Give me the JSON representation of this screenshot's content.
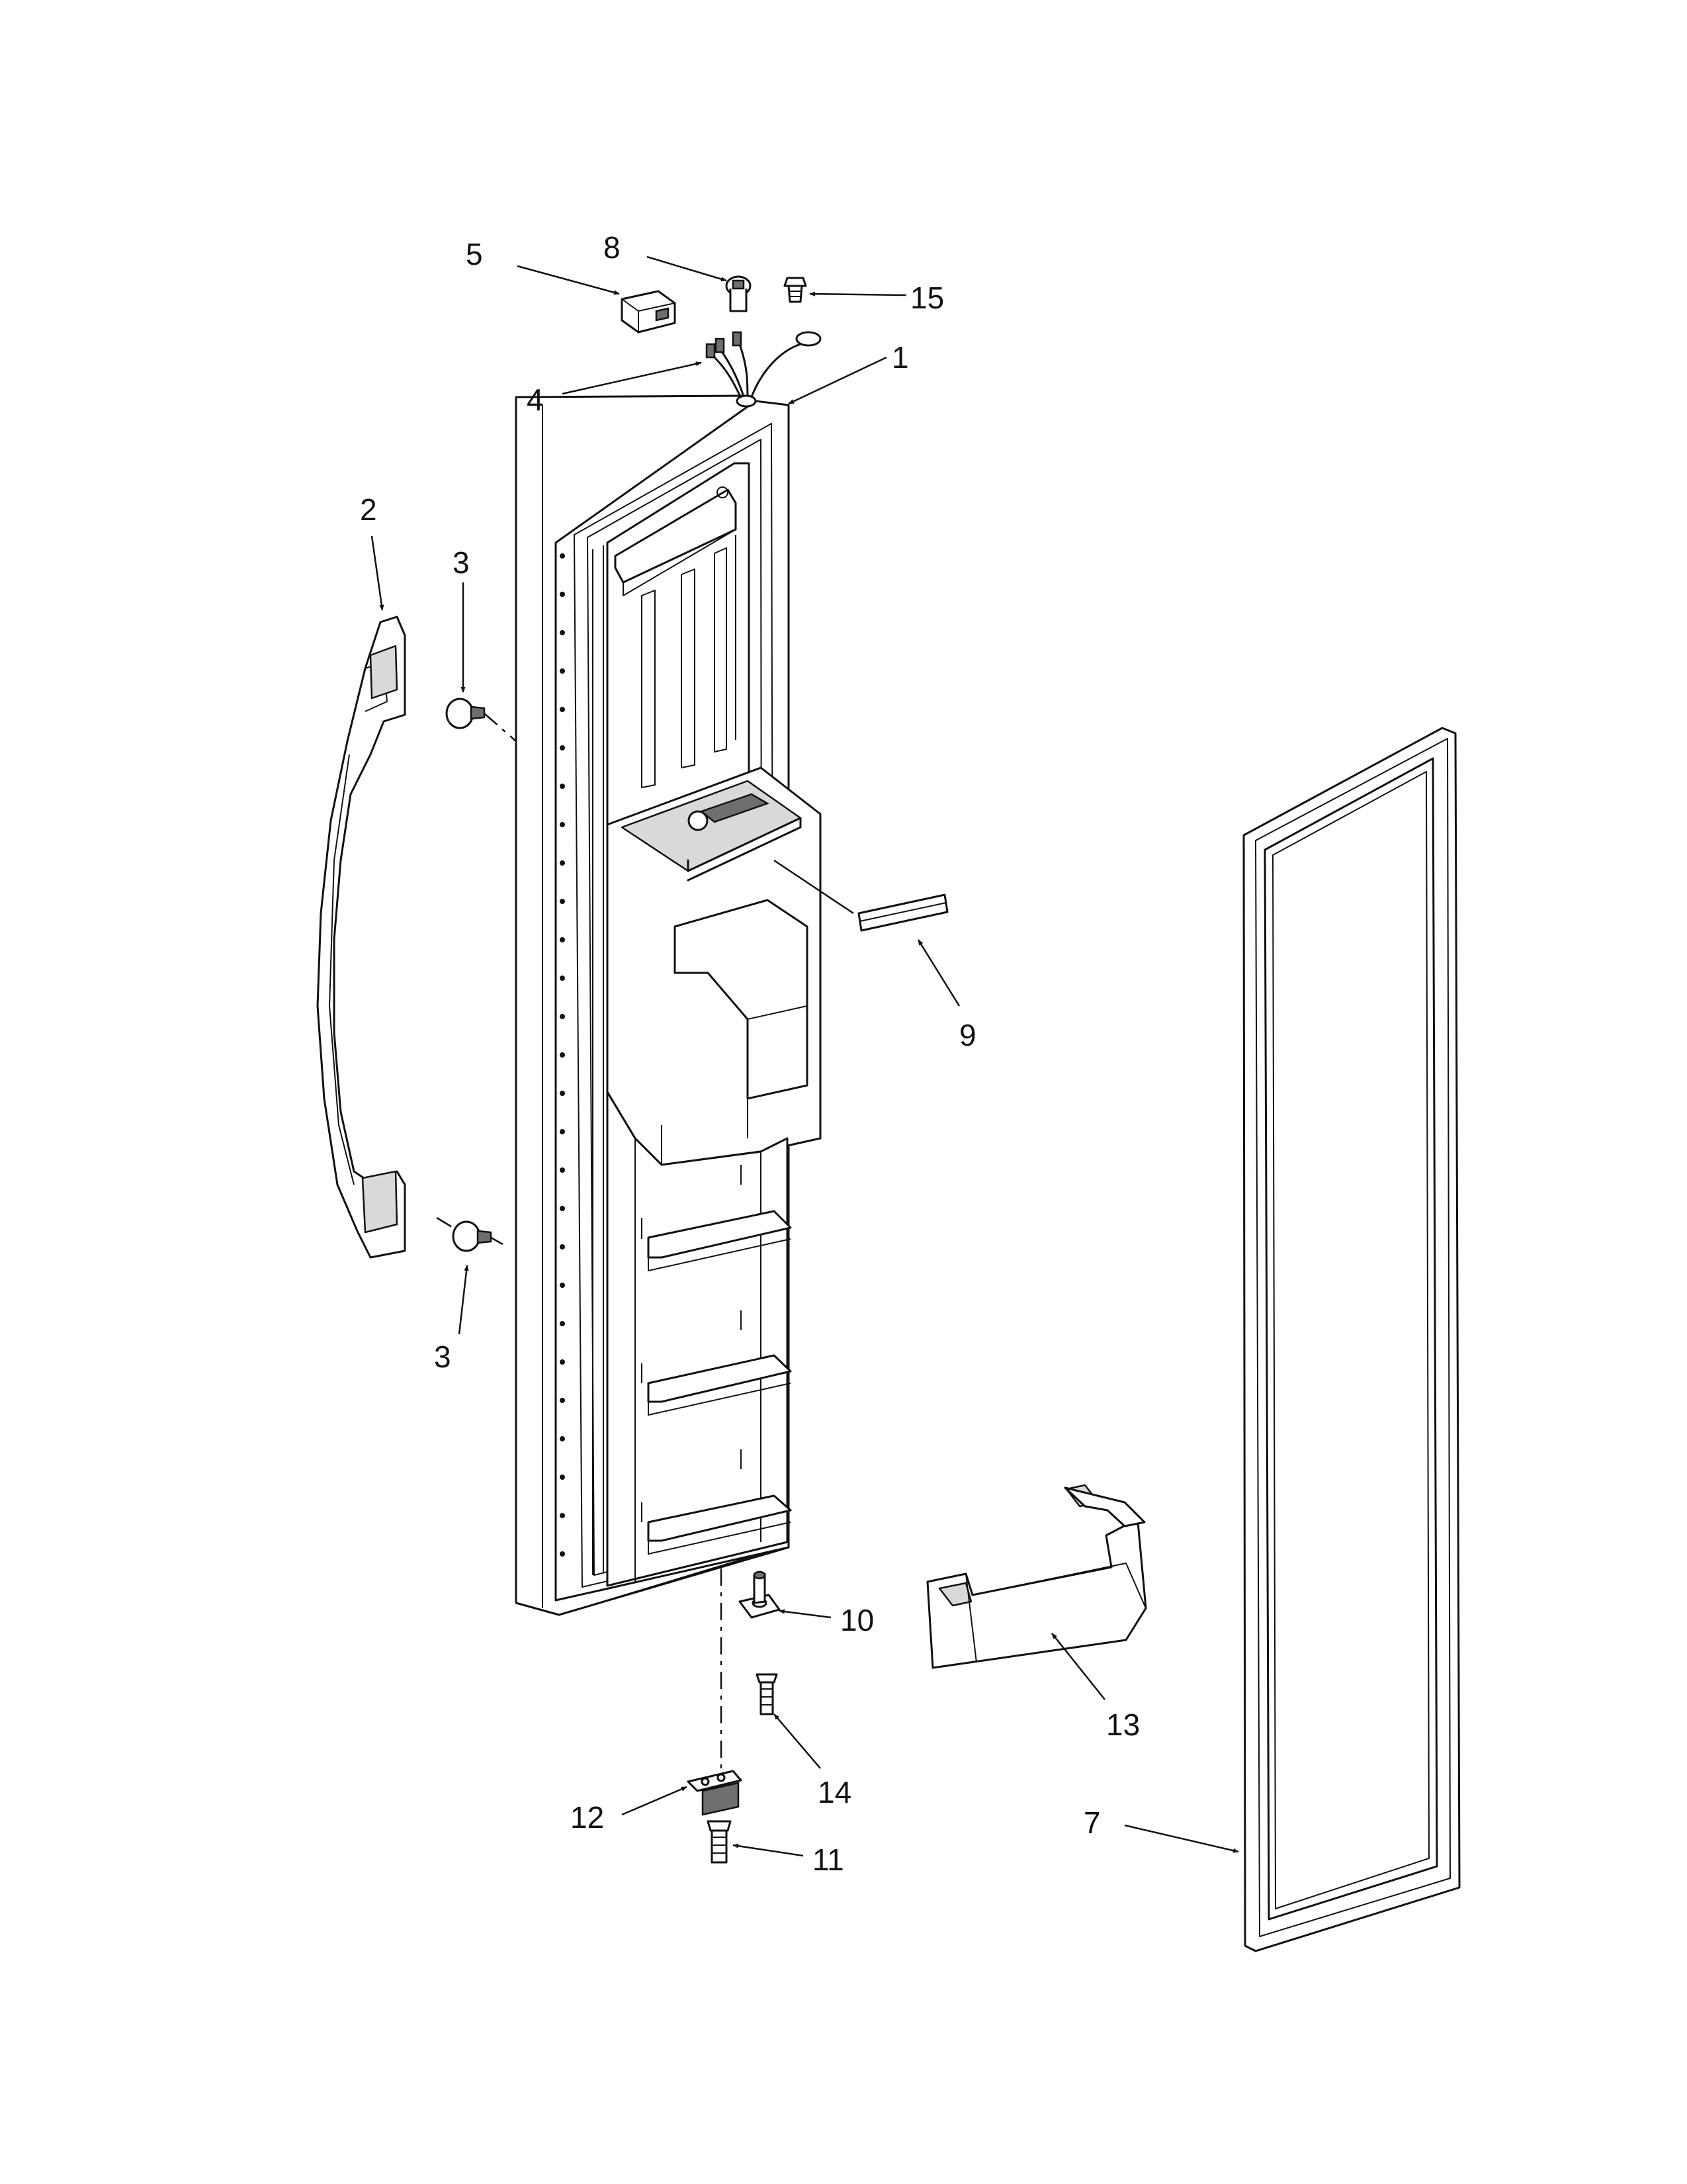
{
  "callouts": [
    {
      "id": "1",
      "label": "1"
    },
    {
      "id": "2",
      "label": "2"
    },
    {
      "id": "3a",
      "label": "3"
    },
    {
      "id": "3b",
      "label": "3"
    },
    {
      "id": "4",
      "label": "4"
    },
    {
      "id": "5",
      "label": "5"
    },
    {
      "id": "7",
      "label": "7"
    },
    {
      "id": "8",
      "label": "8"
    },
    {
      "id": "9",
      "label": "9"
    },
    {
      "id": "10",
      "label": "10"
    },
    {
      "id": "11",
      "label": "11"
    },
    {
      "id": "12",
      "label": "12"
    },
    {
      "id": "13",
      "label": "13"
    },
    {
      "id": "14",
      "label": "14"
    },
    {
      "id": "15",
      "label": "15"
    }
  ]
}
